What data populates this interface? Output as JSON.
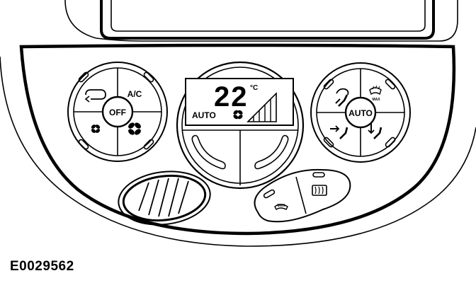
{
  "left_dial": {
    "off_label": "OFF",
    "ac_label": "A/C"
  },
  "display": {
    "temperature": "22",
    "unit": "°C",
    "mode": "AUTO"
  },
  "right_dial": {
    "auto_label": "AUTO",
    "max_label": "MAX"
  },
  "lower_panel": {
    "max_defrost_label": "MAX"
  },
  "figure_id": "E0029562"
}
